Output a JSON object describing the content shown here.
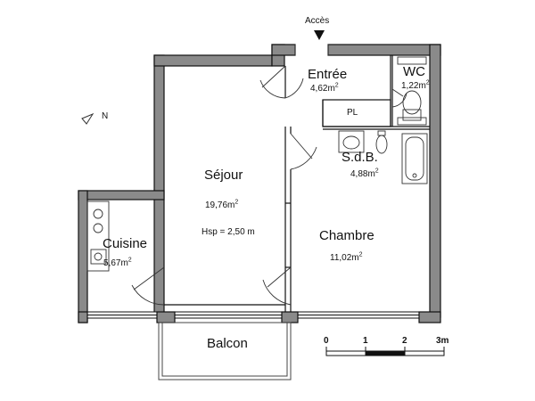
{
  "plan": {
    "access_label": "Accès",
    "rooms": {
      "entree": {
        "name": "Entrée",
        "area": "4,62m",
        "unit": "2"
      },
      "wc": {
        "name": "WC",
        "area": "1,22m",
        "unit": "2"
      },
      "placard": {
        "name": "PL"
      },
      "sdb": {
        "name": "S.d.B.",
        "area": "4,88m",
        "unit": "2"
      },
      "sejour": {
        "name": "Séjour",
        "area": "19,76m",
        "unit": "2",
        "height_note": "Hsp = 2,50 m"
      },
      "chambre": {
        "name": "Chambre",
        "area": "11,02m",
        "unit": "2"
      },
      "cuisine": {
        "name": "Cuisine",
        "area": "5,67m",
        "unit": "2"
      },
      "balcon": {
        "name": "Balcon"
      }
    },
    "north_label": "N",
    "scale": {
      "ticks": [
        "0",
        "1",
        "2",
        "3m"
      ]
    },
    "colors": {
      "wall": "#888888",
      "wall_outline": "#111111",
      "line": "#222222"
    }
  }
}
